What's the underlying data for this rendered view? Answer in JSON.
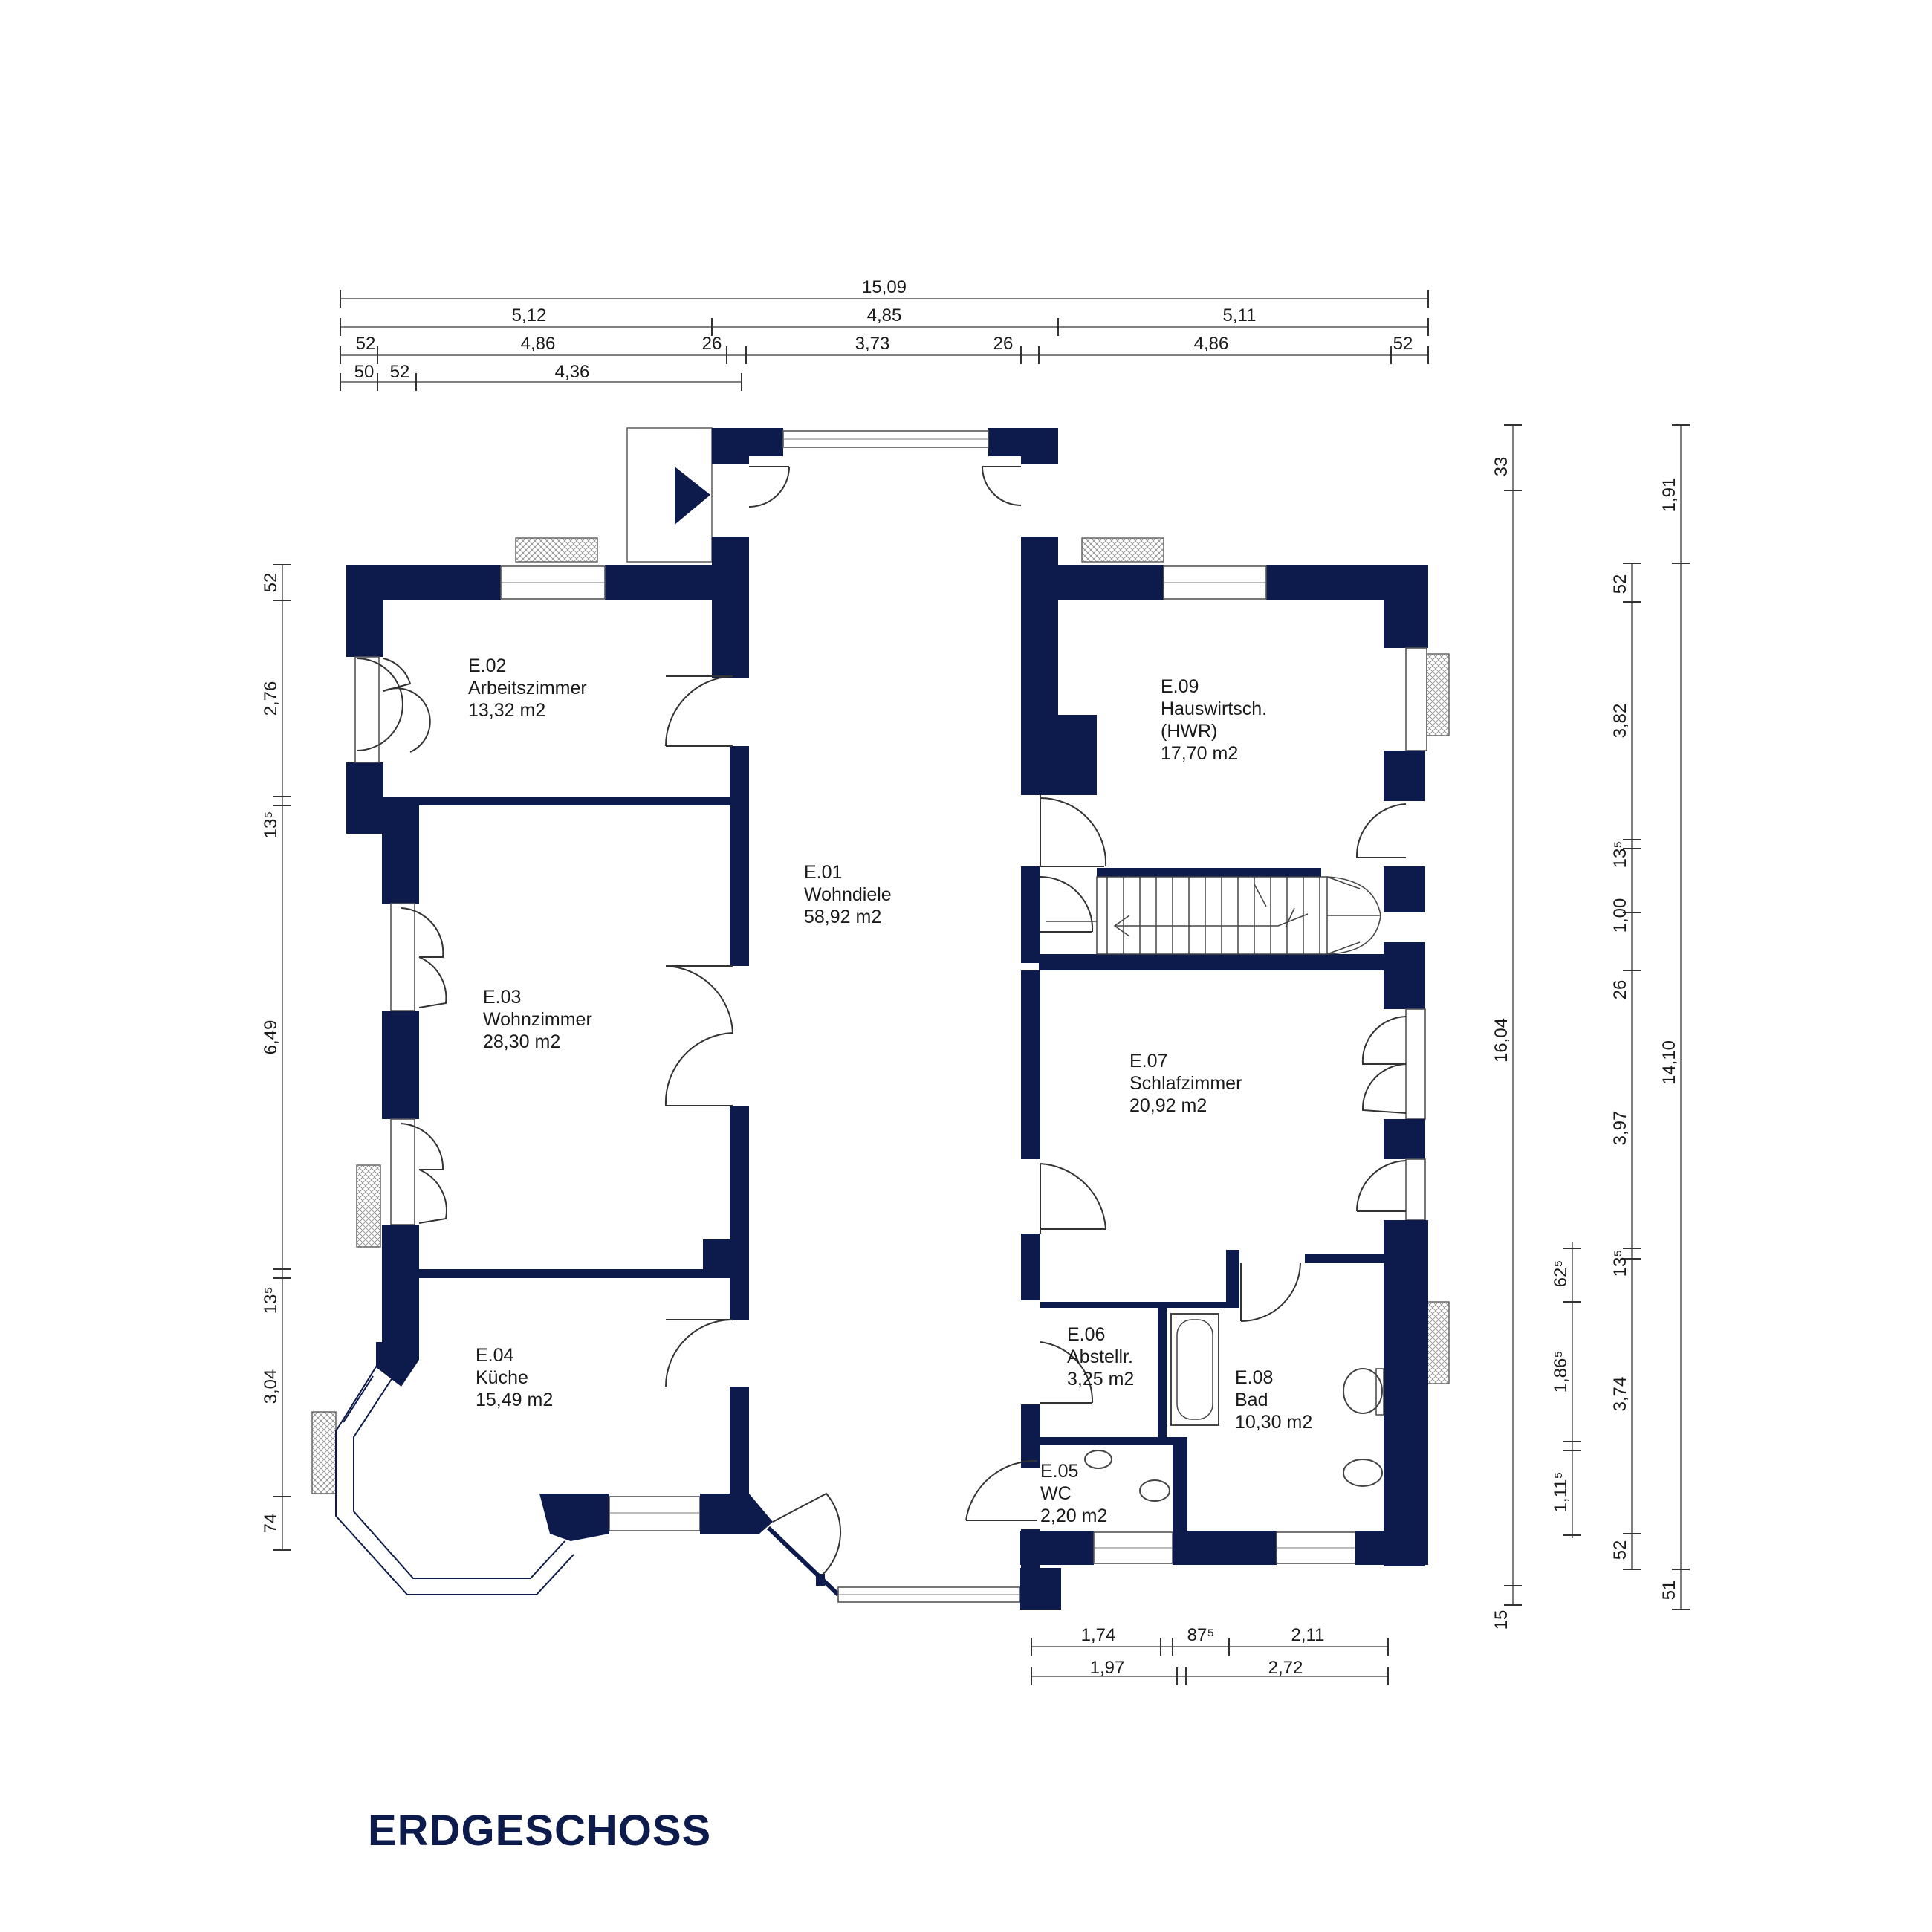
{
  "title": "ERDGESCHOSS",
  "colors": {
    "walls": "#0d1b4c",
    "background": "#ffffff",
    "text": "#1a1a1a"
  },
  "rooms": [
    {
      "code": "E.01",
      "name": "Wohndiele",
      "area": "58,92 m2"
    },
    {
      "code": "E.02",
      "name": "Arbeitszimmer",
      "area": "13,32 m2"
    },
    {
      "code": "E.03",
      "name": "Wohnzimmer",
      "area": "28,30 m2"
    },
    {
      "code": "E.04",
      "name": "Küche",
      "area": "15,49 m2"
    },
    {
      "code": "E.05",
      "name": "WC",
      "area": "2,20 m2"
    },
    {
      "code": "E.06",
      "name": "Abstellr.",
      "area": "3,25 m2"
    },
    {
      "code": "E.07",
      "name": "Schlafzimmer",
      "area": "20,92 m2"
    },
    {
      "code": "E.08",
      "name": "Bad",
      "area": "10,30 m2"
    },
    {
      "code": "E.09",
      "name": "Hauswirtsch.",
      "name2": "(HWR)",
      "area": "17,70 m2"
    }
  ],
  "dimensions": {
    "top_row1": [
      "15,09"
    ],
    "top_row2": [
      "5,12",
      "4,85",
      "5,11"
    ],
    "top_row3": [
      "52",
      "4,86",
      "26",
      "3,73",
      "26",
      "4,86",
      "52"
    ],
    "top_row4": [
      "50",
      "52",
      "4,36"
    ],
    "left": [
      "52",
      "2,76",
      "13⁵",
      "6,49",
      "13⁵",
      "3,04",
      "74"
    ],
    "right_total": [
      "33",
      "16,04",
      "15"
    ],
    "right_detail": [
      "52",
      "3,82",
      "13⁵",
      "1,00",
      "26",
      "3,97",
      "13⁵",
      "3,74",
      "52"
    ],
    "right_overall": [
      "1,91",
      "14,10",
      "51"
    ],
    "right_bath": [
      "62⁵",
      "1,86⁵",
      "1,11⁵"
    ],
    "bottom_row1": [
      "1,74",
      "87⁵",
      "2,11"
    ],
    "bottom_row2": [
      "1,97",
      "2,72"
    ]
  }
}
